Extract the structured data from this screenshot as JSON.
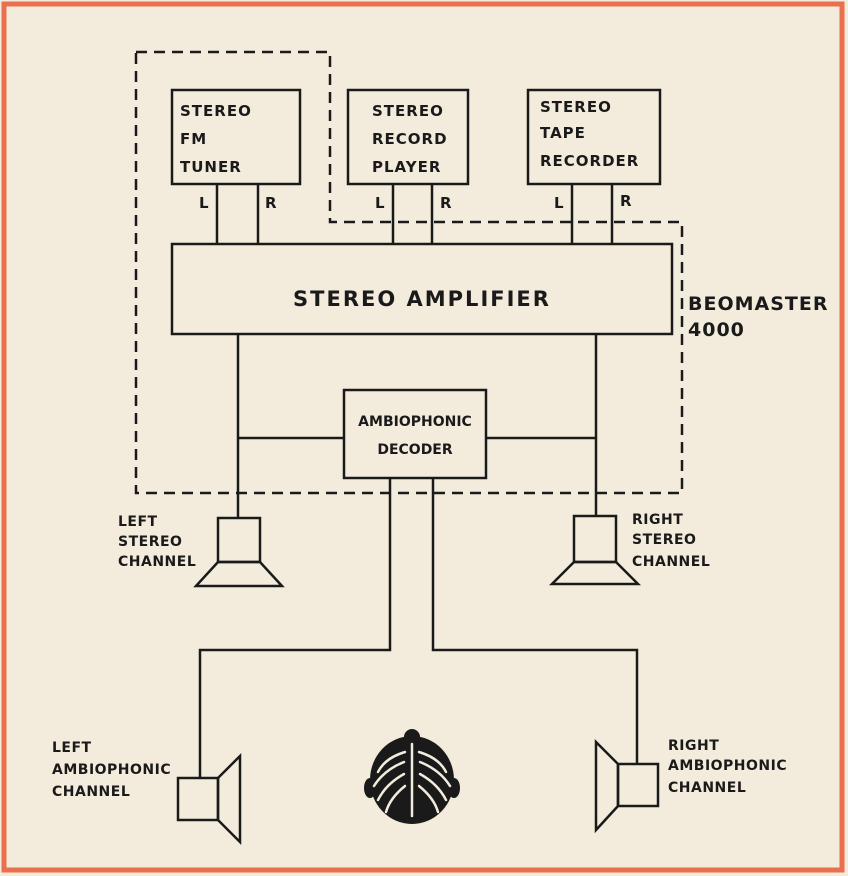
{
  "sources": [
    {
      "lines": [
        "STEREO",
        "FM",
        "TUNER"
      ],
      "left": "L",
      "right": "R"
    },
    {
      "lines": [
        "STEREO",
        "RECORD",
        "PLAYER"
      ],
      "left": "L",
      "right": "R"
    },
    {
      "lines": [
        "STEREO",
        "TAPE",
        "RECORDER"
      ],
      "left": "L",
      "right": "R"
    }
  ],
  "amplifier": {
    "label": "STEREO AMPLIFIER"
  },
  "beomaster": {
    "lines": [
      "BEOMASTER",
      "4000"
    ]
  },
  "decoder": {
    "lines": [
      "AMBIOPHONIC",
      "DECODER"
    ]
  },
  "speakers": {
    "left_stereo": [
      "LEFT",
      "STEREO",
      "CHANNEL"
    ],
    "right_stereo": [
      "RIGHT",
      "STEREO",
      "CHANNEL"
    ],
    "left_ambio": [
      "LEFT",
      "AMBIOPHONIC",
      "CHANNEL"
    ],
    "right_ambio": [
      "RIGHT",
      "AMBIOPHONIC",
      "CHANNEL"
    ]
  },
  "colors": {
    "frame": "#e8704e",
    "ink": "#1a1a1a",
    "paper": "#f3ecdc"
  }
}
